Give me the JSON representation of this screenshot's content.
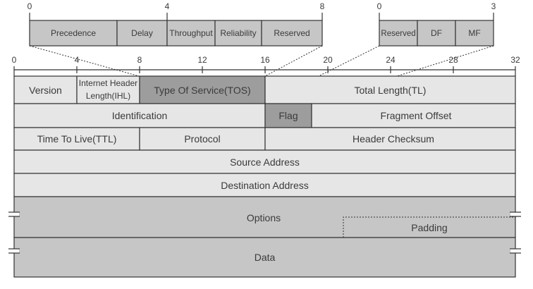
{
  "colors": {
    "light": "#e6e6e6",
    "dark": "#9d9d9d",
    "darker": "#c6c6c6",
    "line": "#333333"
  },
  "tos_detail": {
    "ticks": [
      "0",
      "4",
      "8"
    ],
    "fields": [
      "Precedence",
      "Delay",
      "Throughput",
      "Reliability",
      "Reserved"
    ]
  },
  "flag_detail": {
    "ticks": [
      "0",
      "3"
    ],
    "fields": [
      "Reserved",
      "DF",
      "MF"
    ]
  },
  "bit_ruler": [
    "0",
    "4",
    "8",
    "12",
    "16",
    "20",
    "24",
    "28",
    "32"
  ],
  "header": {
    "version": "Version",
    "ihl_line1": "Internet Header",
    "ihl_line2": "Length(IHL)",
    "tos": "Type Of Service(TOS)",
    "total_length": "Total Length(TL)",
    "identification": "Identification",
    "flag": "Flag",
    "fragment_offset": "Fragment Offset",
    "ttl": "Time To Live(TTL)",
    "protocol": "Protocol",
    "header_checksum": "Header Checksum",
    "source_address": "Source Address",
    "destination_address": "Destination Address",
    "options": "Options",
    "padding": "Padding",
    "data": "Data"
  }
}
